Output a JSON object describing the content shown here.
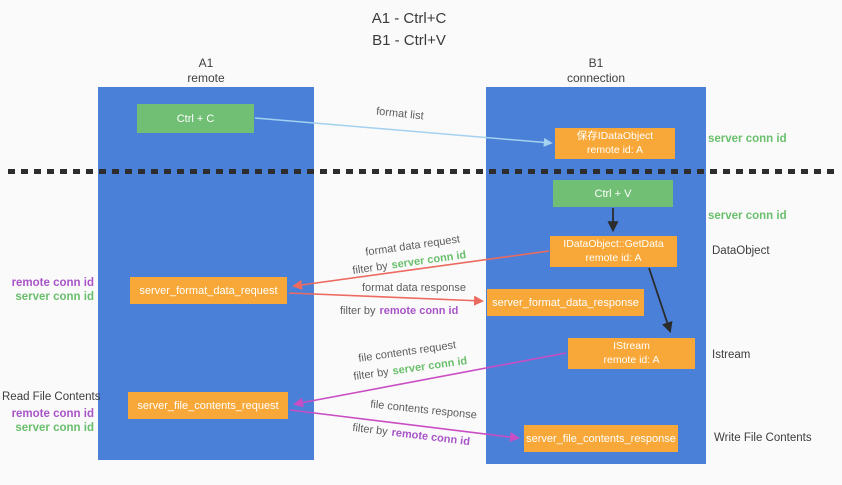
{
  "title": {
    "line1": "A1 - Ctrl+C",
    "line2": "B1 - Ctrl+V"
  },
  "lanes": {
    "a1": {
      "name": "A1",
      "subtitle": "remote"
    },
    "b1": {
      "name": "B1",
      "subtitle": "connection"
    }
  },
  "nodes": {
    "ctrl_c": {
      "label": "Ctrl + C"
    },
    "save_dataobject": {
      "line1": "保存IDataObject",
      "line2": "remote id: A"
    },
    "ctrl_v": {
      "label": "Ctrl + V"
    },
    "getdata": {
      "line1": "IDataObject::GetData",
      "line2": "remote id: A"
    },
    "format_request": {
      "label": "server_format_data_request"
    },
    "format_response": {
      "label": "server_format_data_response"
    },
    "istream": {
      "line1": "IStream",
      "line2": "remote id: A"
    },
    "file_request": {
      "label": "server_file_contents_request"
    },
    "file_response": {
      "label": "server_file_contents_response"
    }
  },
  "arrow_labels": {
    "format_list": "format list",
    "format_data_request": "format data request",
    "format_data_response": "format data response",
    "file_contents_request": "file contents request",
    "file_contents_response": "file contents response",
    "filter_by": "filter by",
    "server_conn_id": "server conn id",
    "remote_conn_id": "remote conn id"
  },
  "side_labels": {
    "server_conn_id_top": "server conn id",
    "server_conn_id_mid": "server conn id",
    "dataobject": "DataObject",
    "istream": "Istream",
    "write_file_contents": "Write File Contents",
    "read_file_contents": "Read File Contents",
    "remote_conn_id": "remote conn id",
    "server_conn_id": "server conn id"
  },
  "colors": {
    "lane_blue": "#4a80d8",
    "node_orange": "#f7a838",
    "node_green": "#71bf74",
    "green_text": "#6abf6d",
    "purple_text": "#a855c8",
    "arrow_blue": "#a3d1f0",
    "arrow_red": "#ec6a5f",
    "arrow_magenta": "#c94ec4",
    "arrow_black": "#2b2b2b"
  }
}
